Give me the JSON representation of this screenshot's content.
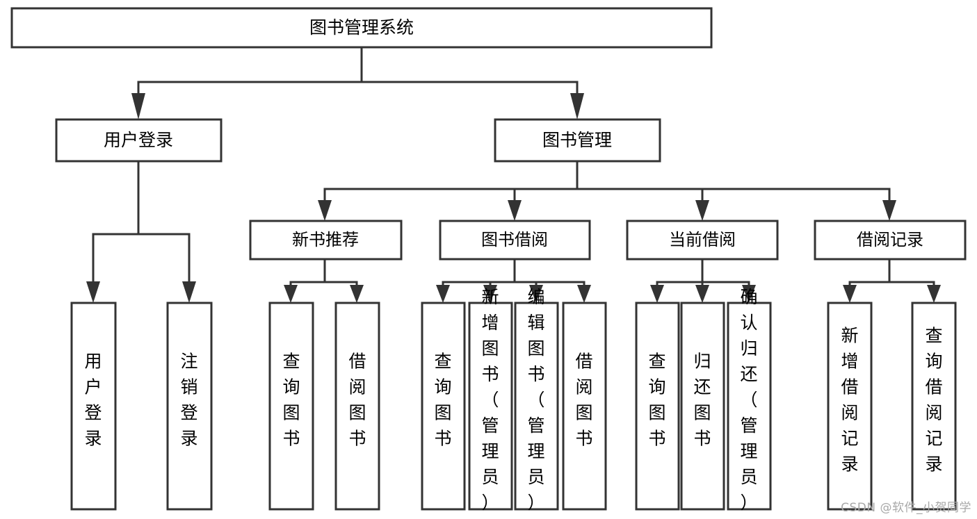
{
  "diagram": {
    "title": "图书管理系统",
    "type": "tree",
    "root": {
      "label": "图书管理系统"
    },
    "level2": [
      {
        "label": "用户登录"
      },
      {
        "label": "图书管理"
      }
    ],
    "level3": [
      {
        "label": "新书推荐"
      },
      {
        "label": "图书借阅"
      },
      {
        "label": "当前借阅"
      },
      {
        "label": "借阅记录"
      }
    ],
    "leaves": {
      "user_login": [
        {
          "label": "用户登录"
        },
        {
          "label": "注销登录"
        }
      ],
      "new_book_recommend": [
        {
          "label": "查询图书"
        },
        {
          "label": "借阅图书"
        }
      ],
      "book_borrow": [
        {
          "label": "查询图书"
        },
        {
          "label": "新增图书（管理员）"
        },
        {
          "label": "编辑图书（管理员）"
        },
        {
          "label": "借阅图书"
        }
      ],
      "current_borrow": [
        {
          "label": "查询图书"
        },
        {
          "label": "归还图书"
        },
        {
          "label": "确认归还（管理员）"
        }
      ],
      "borrow_record": [
        {
          "label": "新增借阅记录"
        },
        {
          "label": "查询借阅记录"
        }
      ]
    }
  },
  "watermark": {
    "text": "CSDN @软件_小贺同学"
  },
  "colors": {
    "stroke": "#333333",
    "fill": "#ffffff",
    "text": "#000000",
    "watermark": "#a8a8a8"
  }
}
